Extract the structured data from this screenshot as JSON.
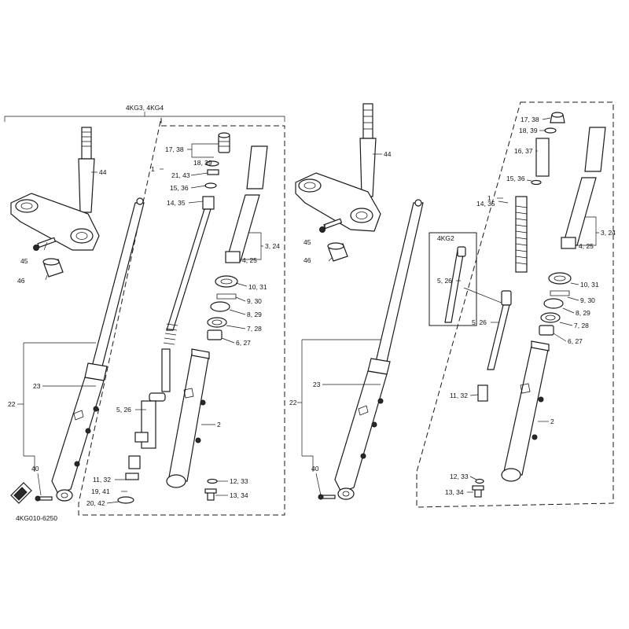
{
  "header": {
    "models": "4KG3, 4KG4",
    "inset": "4KG2"
  },
  "footer": {
    "code": "4KG010-6250"
  },
  "callouts": {
    "left": [
      "44",
      "45",
      "46",
      "22",
      "23",
      "40",
      "1",
      "17, 38",
      "18, 39",
      "21, 43",
      "15, 36",
      "14, 35",
      "3, 24",
      "4, 25",
      "10, 31",
      "9, 30",
      "8, 29",
      "7, 28",
      "6, 27",
      "5, 26",
      "2",
      "11, 32",
      "19, 41",
      "20, 42",
      "12, 33",
      "13, 34"
    ],
    "right": [
      "44",
      "45",
      "46",
      "22",
      "23",
      "40",
      "17, 38",
      "18, 39",
      "16, 37",
      "15, 36",
      "1",
      "14, 35",
      "3, 24",
      "4, 25",
      "5, 26",
      "5, 26",
      "10, 31",
      "9, 30",
      "8, 29",
      "7, 28",
      "6, 27",
      "11, 32",
      "2",
      "12, 33",
      "13, 34"
    ]
  }
}
